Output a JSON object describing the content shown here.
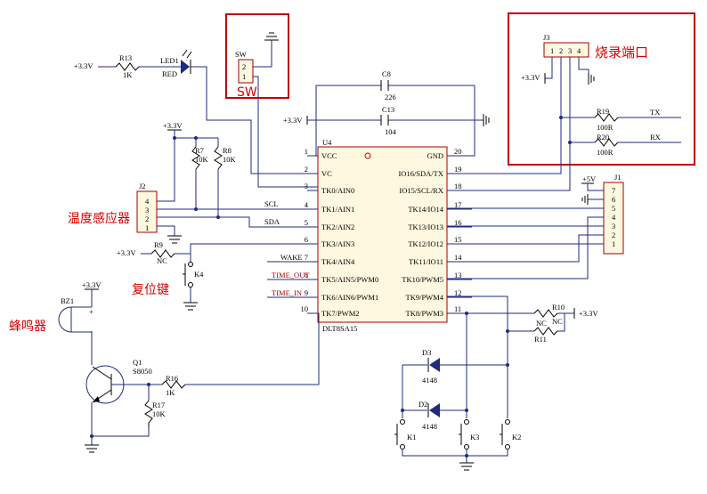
{
  "chip": {
    "ref": "U4",
    "part": "DLT8SA15",
    "left_pins": [
      {
        "num": "1",
        "name": "VCC"
      },
      {
        "num": "2",
        "name": "VC"
      },
      {
        "num": "3",
        "name": "TK0/AIN0"
      },
      {
        "num": "4",
        "name": "TK1/AIN1"
      },
      {
        "num": "5",
        "name": "TK2/AIN2"
      },
      {
        "num": "6",
        "name": "TK3/AIN3"
      },
      {
        "num": "7",
        "name": "TK4/AIN4"
      },
      {
        "num": "8",
        "name": "TK5/AIN5/PWM0"
      },
      {
        "num": "9",
        "name": "TK6/AIN6/PWM1"
      },
      {
        "num": "10",
        "name": "TK7/PWM2"
      }
    ],
    "right_pins": [
      {
        "num": "20",
        "name": "GND"
      },
      {
        "num": "19",
        "name": "IO16/SDA/TX"
      },
      {
        "num": "18",
        "name": "IO15/SCL/RX"
      },
      {
        "num": "17",
        "name": "TK14/IO14"
      },
      {
        "num": "16",
        "name": "TK13/IO13"
      },
      {
        "num": "15",
        "name": "TK12/IO12"
      },
      {
        "num": "14",
        "name": "TK11/IO11"
      },
      {
        "num": "13",
        "name": "TK10/PWM5"
      },
      {
        "num": "12",
        "name": "TK9/PWM4"
      },
      {
        "num": "11",
        "name": "TK8/PWM3"
      }
    ]
  },
  "nets": {
    "scl": "SCL",
    "sda": "SDA",
    "wake": "WAKE",
    "time_out": "TIME_OUT",
    "time_in": "TIME_IN",
    "tx": "TX",
    "rx": "RX"
  },
  "power": {
    "p33": "+3.3V",
    "p5": "+5V"
  },
  "components": {
    "r13": {
      "ref": "R13",
      "val": "1K"
    },
    "led1": {
      "ref": "LED1",
      "val": "RED"
    },
    "sw": {
      "ref": "SW",
      "pin_a": "2",
      "pin_b": "1"
    },
    "c8": {
      "ref": "C8",
      "val": "226"
    },
    "c13": {
      "ref": "C13",
      "val": "104"
    },
    "r7": {
      "ref": "R7",
      "val": "10K"
    },
    "r8": {
      "ref": "R8",
      "val": "10K"
    },
    "j2": {
      "ref": "J2",
      "pins": [
        "4",
        "3",
        "2",
        "1"
      ]
    },
    "r9": {
      "ref": "R9",
      "val": "NC"
    },
    "k4": {
      "ref": "K4"
    },
    "j3": {
      "ref": "J3",
      "pins": [
        "1",
        "2",
        "3",
        "4"
      ]
    },
    "r19": {
      "ref": "R19",
      "val": "100R"
    },
    "r20": {
      "ref": "R20",
      "val": "100R"
    },
    "j1": {
      "ref": "J1",
      "pins": [
        "7",
        "6",
        "5",
        "4",
        "3",
        "2",
        "1"
      ]
    },
    "r10": {
      "ref": "R10",
      "val": "NC"
    },
    "r11": {
      "ref": "R11",
      "val": "NC"
    },
    "bz1": {
      "ref": "BZ1",
      "pol": "+"
    },
    "q1": {
      "ref": "Q1",
      "val": "S8050"
    },
    "r16": {
      "ref": "R16",
      "val": "1K"
    },
    "r17": {
      "ref": "R17",
      "val": "10K"
    },
    "d3": {
      "ref": "D3",
      "val": "4148"
    },
    "d2": {
      "ref": "D2",
      "val": "4148"
    },
    "k1": {
      "ref": "K1"
    },
    "k2": {
      "ref": "K2"
    },
    "k3": {
      "ref": "K3"
    }
  },
  "annotations": {
    "sw": "SW",
    "program_port": "烧录端口",
    "temp_sensor": "温度感应器",
    "reset_key": "复位键",
    "buzzer": "蜂鸣器"
  },
  "colors": {
    "wire": "#1f2a80",
    "highlight": "#e00000",
    "chip_fill": "#fff8e0",
    "chip_border": "#a00000",
    "annotation": "#d40000"
  }
}
